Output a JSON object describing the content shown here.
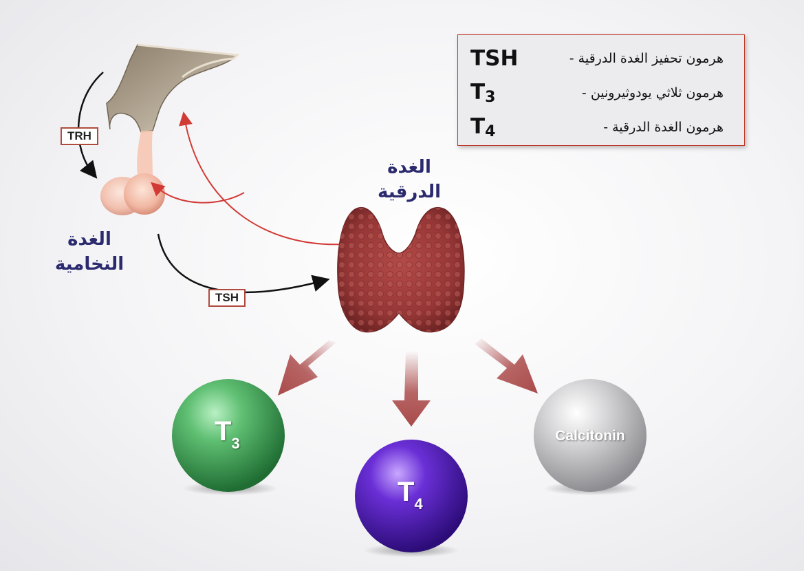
{
  "legend": {
    "rows": [
      {
        "abbr": "TSH",
        "sub": "",
        "text": "هرمون تحفيز الغدة الدرقية -"
      },
      {
        "abbr": "T",
        "sub": "3",
        "text": "هرمون ثلاثي يودوثيرونين -"
      },
      {
        "abbr": "T",
        "sub": "4",
        "text": "هرمون الغدة الدرقية -"
      }
    ]
  },
  "labels": {
    "pituitary_line1": "الغدة",
    "pituitary_line2": "النخامية",
    "thyroid_line1": "الغدة",
    "thyroid_line2": "الدرقية"
  },
  "tags": {
    "trh": "TRH",
    "tsh": "TSH"
  },
  "hormones": {
    "t3_letter": "T",
    "t3_sub": "3",
    "t4_letter": "T",
    "t4_sub": "4",
    "calcitonin": "Calcitonin"
  },
  "colors": {
    "thyroid": "#9b3a3a",
    "feedback_arrow": "#d23a35",
    "t3_ball": "#3f9e55",
    "t4_ball": "#5a23b8",
    "calcitonin_ball": "#b9b9bb",
    "label_text": "#2b2a6e",
    "down_arrow": "#b05454"
  }
}
